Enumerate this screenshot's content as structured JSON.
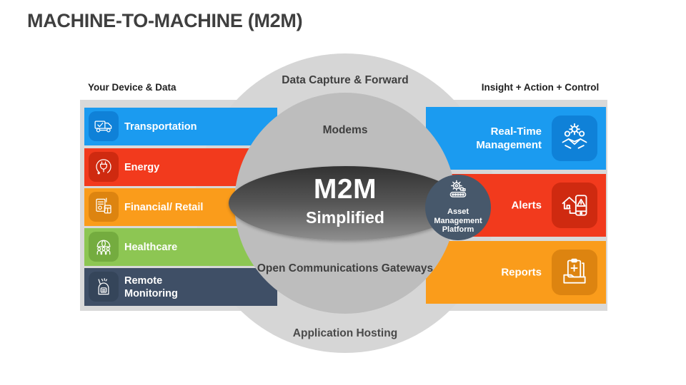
{
  "title": "MACHINE-TO-MACHINE (M2M)",
  "left_panel": {
    "header": "Your Device & Data",
    "items": [
      {
        "label": "Transportation",
        "color": "#1b9bf0",
        "tile_color": "#0f81d8",
        "icon": "truck-icon"
      },
      {
        "label": "Energy",
        "color": "#f23a1d",
        "tile_color": "#cf2a10",
        "icon": "power-plug-icon"
      },
      {
        "label": "Financial/ Retail",
        "color": "#fa9c1b",
        "tile_color": "#dd8410",
        "icon": "finance-document-icon"
      },
      {
        "label": "Healthcare",
        "color": "#8dc653",
        "tile_color": "#74ac3f",
        "icon": "globe-people-icon"
      },
      {
        "label": "Remote Monitoring",
        "color": "#3f4f66",
        "tile_color": "#35455a",
        "icon": "baby-monitor-icon"
      }
    ]
  },
  "right_panel": {
    "header": "Insight + Action + Control",
    "items": [
      {
        "label": "Real-Time Management",
        "color": "#1b9bf0",
        "tile_color": "#0f81d8",
        "icon": "team-handshake-icon"
      },
      {
        "label": "Alerts",
        "color": "#f23a1d",
        "tile_color": "#cf2a10",
        "icon": "house-phone-alert-icon"
      },
      {
        "label": "Reports",
        "color": "#fa9c1b",
        "tile_color": "#dd8410",
        "icon": "report-folder-icon"
      }
    ]
  },
  "center": {
    "outer_top": "Data Capture & Forward",
    "inner_top": "Modems",
    "core_title": "M2M",
    "core_subtitle": "Simplified",
    "inner_bottom": "Open Communications Gateways",
    "outer_bottom": "Application Hosting",
    "hub": {
      "icon": "gear-conveyor-icon",
      "lines": [
        "Asset",
        "Management",
        "Platform"
      ],
      "color": "#47586b"
    }
  },
  "colors": {
    "backdrop": "#d9d9d9",
    "outer_circle": "#d6d6d6",
    "inner_circle": "#bdbdbd",
    "core_gradient_top": "#323232",
    "core_gradient_bottom": "#8f8f8f",
    "title_text": "#3f3f3f",
    "header_text": "#1f1f1f"
  }
}
